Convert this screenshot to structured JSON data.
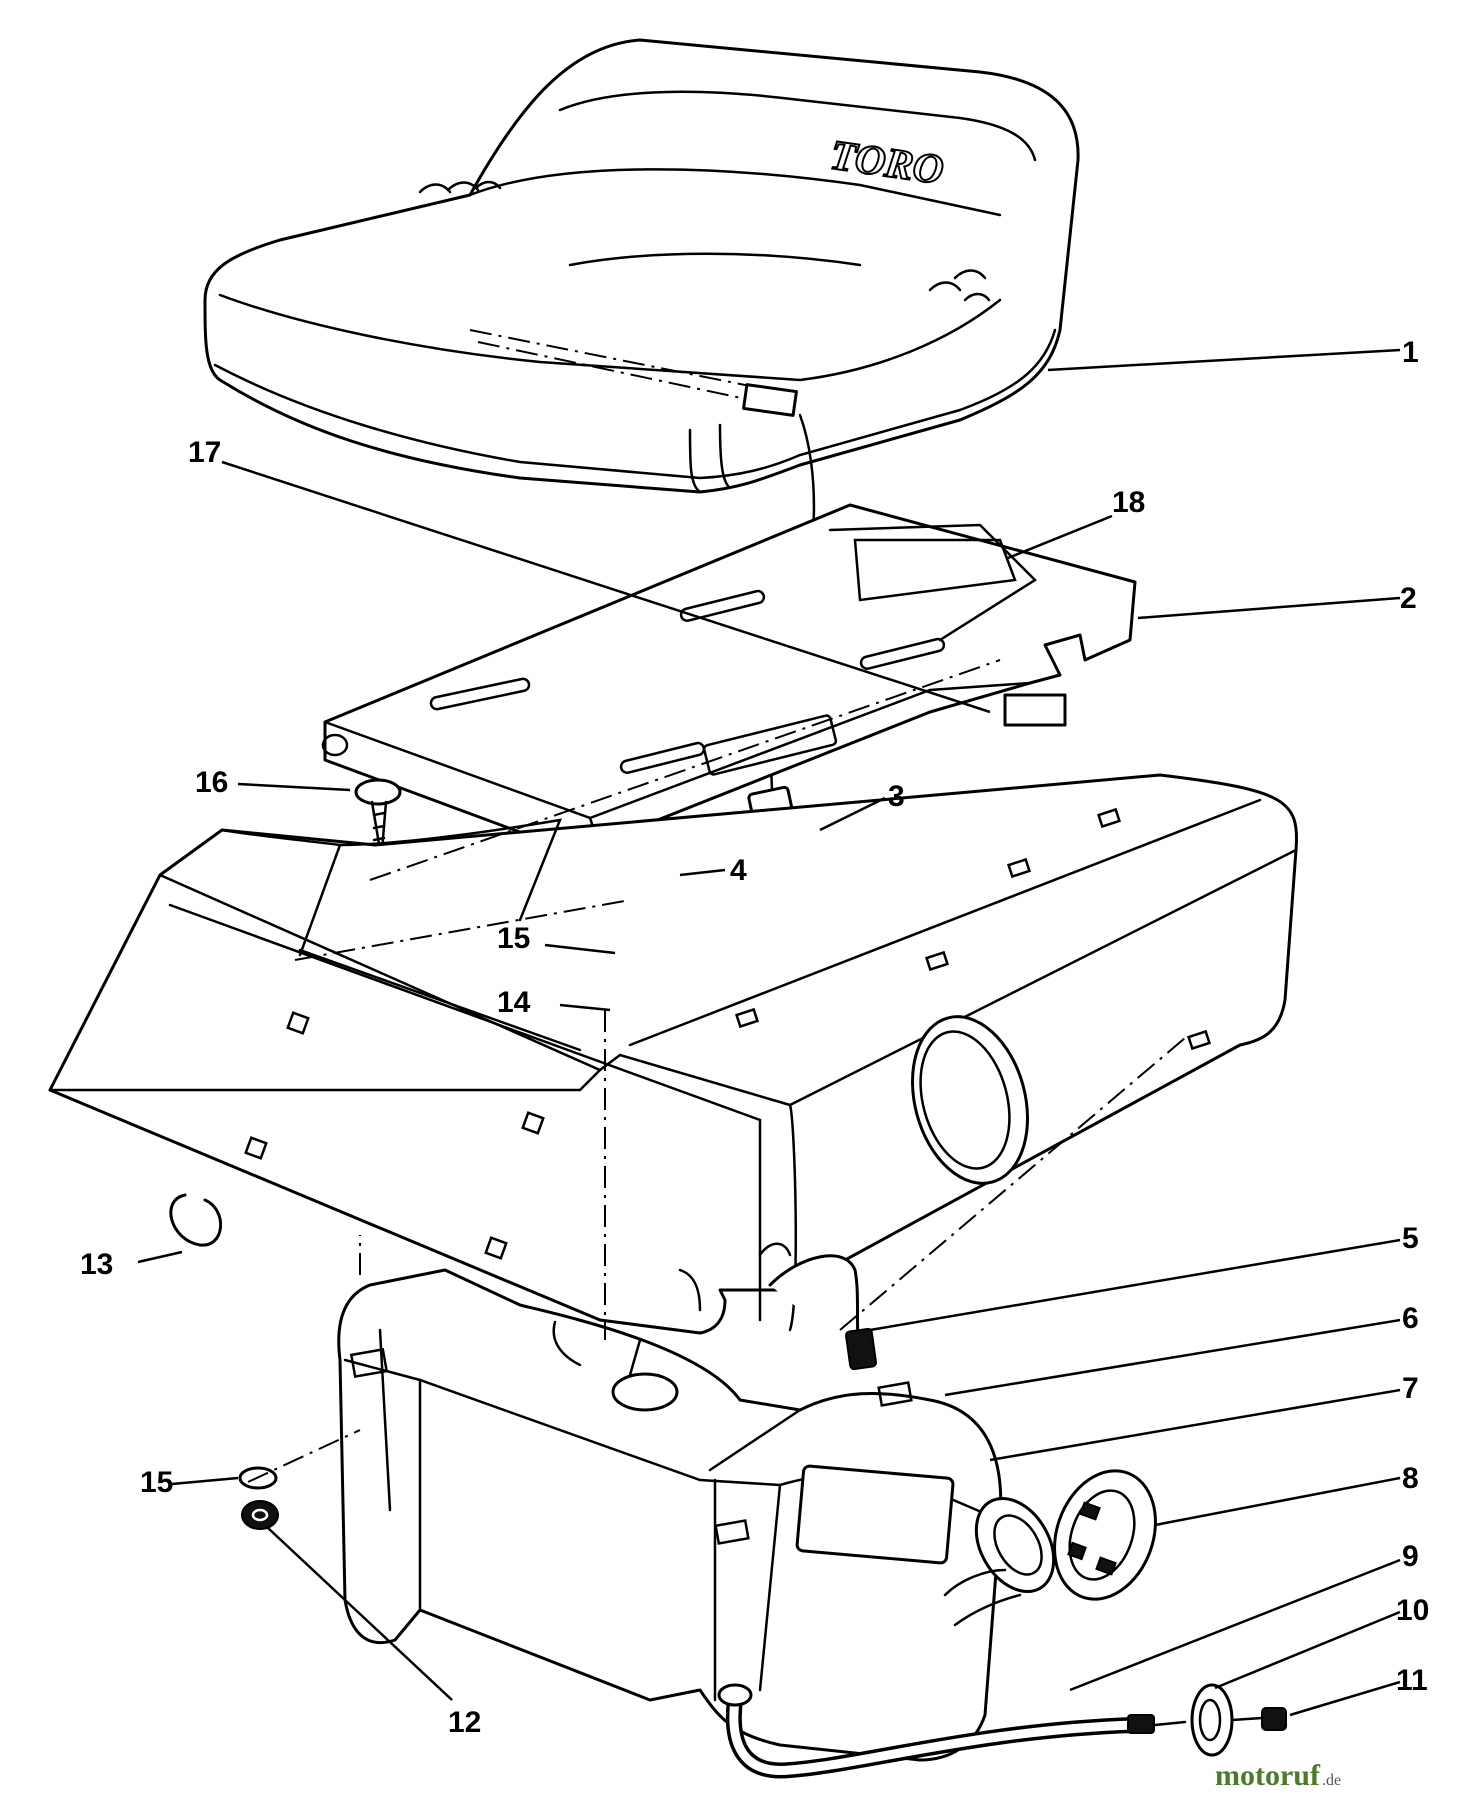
{
  "seat": {
    "brand": "TORO"
  },
  "callouts": [
    {
      "id": "1",
      "label": "1"
    },
    {
      "id": "2",
      "label": "2"
    },
    {
      "id": "3",
      "label": "3"
    },
    {
      "id": "4",
      "label": "4"
    },
    {
      "id": "5",
      "label": "5"
    },
    {
      "id": "6",
      "label": "6"
    },
    {
      "id": "7",
      "label": "7"
    },
    {
      "id": "8",
      "label": "8"
    },
    {
      "id": "9",
      "label": "9"
    },
    {
      "id": "10",
      "label": "10"
    },
    {
      "id": "11",
      "label": "11"
    },
    {
      "id": "12",
      "label": "12"
    },
    {
      "id": "13",
      "label": "13"
    },
    {
      "id": "14",
      "label": "14"
    },
    {
      "id": "15a",
      "label": "15"
    },
    {
      "id": "15b",
      "label": "15"
    },
    {
      "id": "16",
      "label": "16"
    },
    {
      "id": "17",
      "label": "17"
    },
    {
      "id": "18",
      "label": "18"
    }
  ],
  "watermark": {
    "brand": "motoruf",
    "suffix": ".de",
    "brand_color": "#4a7a2a",
    "suffix_color": "#555555"
  }
}
